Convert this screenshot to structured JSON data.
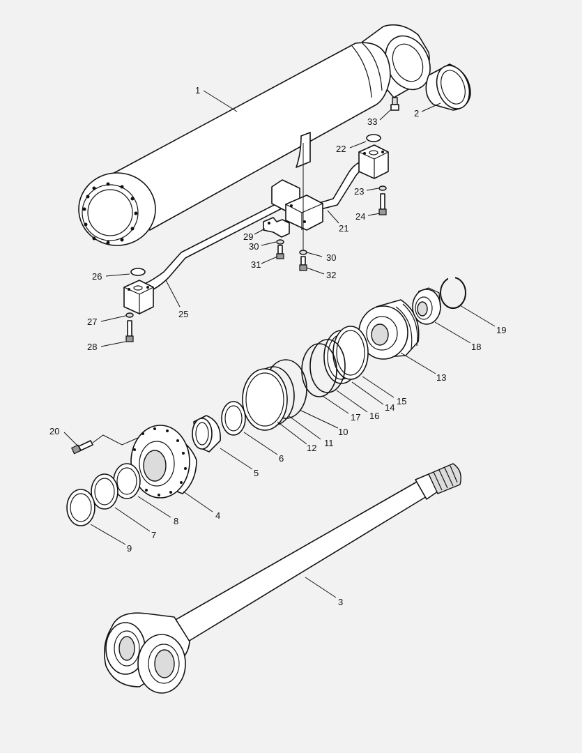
{
  "labels": {
    "p1": "1",
    "p2": "2",
    "p3": "3",
    "p4": "4",
    "p5": "5",
    "p6": "6",
    "p7": "7",
    "p8": "8",
    "p9": "9",
    "p10": "10",
    "p11": "11",
    "p12": "12",
    "p13": "13",
    "p14": "14",
    "p15": "15",
    "p16": "16",
    "p17": "17",
    "p18": "18",
    "p19": "19",
    "p20": "20",
    "p21": "21",
    "p22": "22",
    "p23": "23",
    "p24": "24",
    "p25": "25",
    "p26": "26",
    "p27": "27",
    "p28": "28",
    "p29": "29",
    "p30a": "30",
    "p30b": "30",
    "p31": "31",
    "p32": "32",
    "p33": "33"
  }
}
